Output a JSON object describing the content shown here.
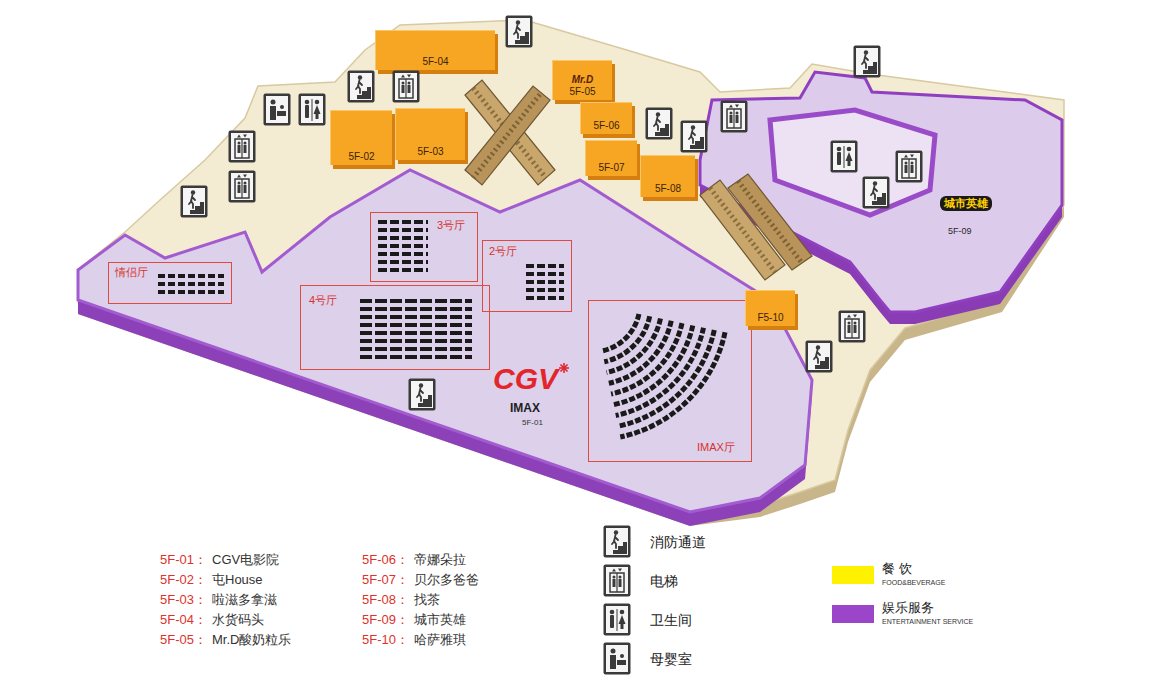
{
  "diagram": {
    "nodes": [
      {
        "text": [
          "5F-04"
        ]
      },
      {
        "text": [
          "Mr.D",
          "5F-05"
        ]
      },
      {
        "text": [
          "5F-03"
        ]
      },
      {
        "text": [
          "5F-06"
        ]
      },
      {
        "text": [
          "5F-02"
        ]
      },
      {
        "text": [
          "5F-07"
        ]
      },
      {
        "text": [
          "5F-08"
        ]
      },
      {
        "text": [
          "城市英雄",
          "5F-09"
        ]
      },
      {
        "text": [
          "CGV",
          "IMAX",
          "5F-01"
        ]
      },
      {
        "text": [
          "情侣厅"
        ],
        "in": 8
      },
      {
        "text": [
          "3号厅"
        ],
        "in": 8
      },
      {
        "text": [
          "2号厅"
        ],
        "in": 8
      },
      {
        "text": [
          "4号厅"
        ],
        "in": 8
      },
      {
        "text": [
          "IMAX厅"
        ],
        "in": 8
      },
      {
        "text": [
          "F5-10"
        ]
      }
    ],
    "labels": [
      "5F-01：",
      "CGV电影院",
      "5F-02：",
      "屯House",
      "5F-03：",
      "啦滋多拿滋",
      "5F-04：",
      "水货码头",
      "5F-05：",
      "Mr.D酸奶粒乐",
      "5F-06：",
      "帝娜朵拉",
      "5F-07：",
      "贝尔多爸爸",
      "5F-08：",
      "找茶",
      "5F-09：",
      "城市英雄",
      "5F-10：",
      "哈萨雅琪",
      "FOOD&BEVERAGE",
      "ENTERTAINMENT SERVICE"
    ],
    "legend": [
      {
        "text": "消防通道"
      },
      {
        "text": "电梯"
      },
      {
        "text": "卫生间"
      },
      {
        "text": "母婴室"
      },
      {
        "text": "餐 饮",
        "color": "#fff200"
      },
      {
        "text": "娱乐服务",
        "color": "#9b45c8"
      }
    ]
  }
}
